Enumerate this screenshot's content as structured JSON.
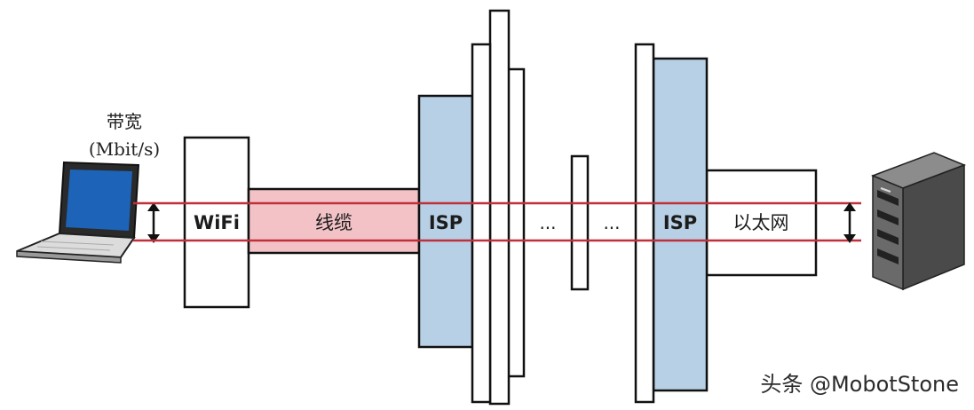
{
  "diagram": {
    "bandwidth_label_line1": "带宽",
    "bandwidth_label_line2": "(Mbit/s)",
    "wifi_label": "WiFi",
    "cable_label": "线缆",
    "isp_left_label": "ISP",
    "ellipsis_left": "...",
    "ellipsis_right": "...",
    "isp_right_label": "ISP",
    "ethernet_label": "以太网",
    "colors": {
      "cable_fill": "#f2c2c7",
      "line_red": "#c0303a",
      "isp_blue": "#b8d0e6",
      "outline": "#111111",
      "laptop_screen": "#1d63b8"
    }
  },
  "watermark": "头条 @MobotStone"
}
